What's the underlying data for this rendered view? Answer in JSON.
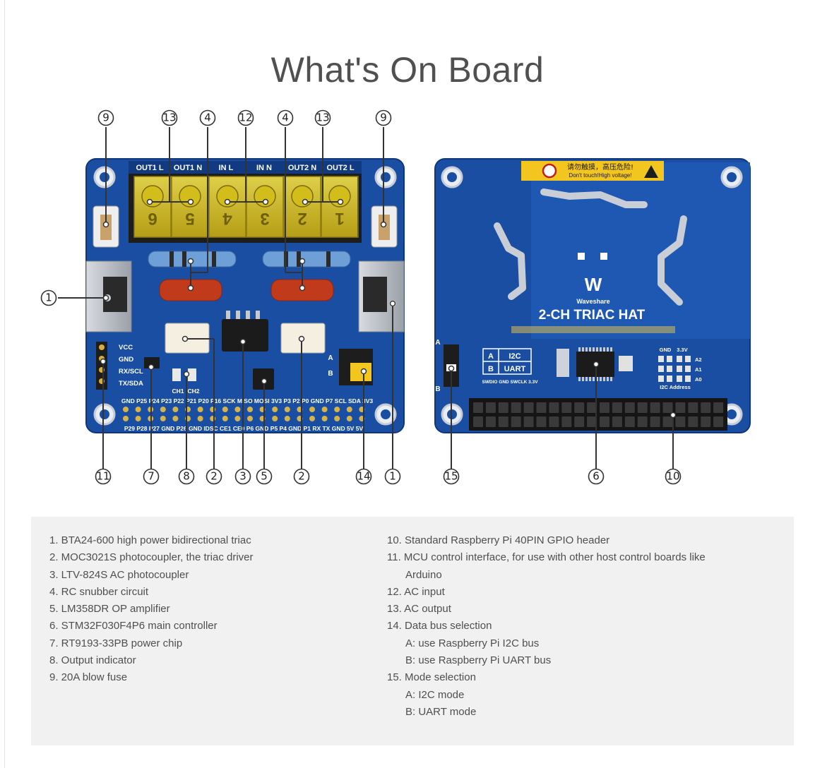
{
  "page": {
    "title": "What's On Board"
  },
  "callouts": {
    "top": [
      "9",
      "13",
      "4",
      "12",
      "4",
      "13",
      "9"
    ],
    "top_right": [
      "9"
    ],
    "left": [
      "1"
    ],
    "bottom": [
      "11",
      "7",
      "8",
      "2",
      "3",
      "5",
      "2",
      "14",
      "1"
    ],
    "bottom_back": [
      "15",
      "6",
      "10"
    ]
  },
  "board_front": {
    "terminal_labels": [
      "OUT1 L",
      "OUT1 N",
      "IN L",
      "IN N",
      "OUT2 N",
      "OUT2 L"
    ],
    "terminal_numbers": [
      "6",
      "5",
      "4",
      "3",
      "2",
      "1"
    ],
    "side_labels": [
      "VCC",
      "GND",
      "RX/SCL",
      "TX/SDA"
    ],
    "indicator_labels": [
      "CH1",
      "CH2"
    ],
    "jumper_labels": [
      "A",
      "B"
    ],
    "header_top_labels": "GND P25 P24 P23 P22 P21 P20 P16 SCK MISO MOSI 3V3 P3 P2 P0 GND P7 SCL SDA 3V3",
    "header_bottom_labels": "P29 P28 P27 GND P26 GND IDSC CE1 CE0 P6 GND P5 P4 GND P1 RX TX GND 5V 5V"
  },
  "board_back": {
    "warning_cn": "请勿触摸，高压危险!",
    "warning_en": "Don't touch!High voltage!",
    "brand": "Waveshare",
    "product": "2-CH TRIAC HAT",
    "mode_table": [
      [
        "A",
        "I2C"
      ],
      [
        "B",
        "UART"
      ]
    ],
    "mode_switch_labels": [
      "A",
      "B"
    ],
    "debug_labels": "SWDIO GND SWCLK 3.3V",
    "addr_labels": [
      "GND",
      "3.3V",
      "A2",
      "A1",
      "A0"
    ],
    "addr_caption": "I2C Address"
  },
  "legend": {
    "left": [
      {
        "num": "1.",
        "text": "BTA24-600 high power bidirectional triac"
      },
      {
        "num": "2.",
        "text": "MOC3021S photocoupler, the triac driver"
      },
      {
        "num": "3.",
        "text": "LTV-824S AC photocoupler"
      },
      {
        "num": "4.",
        "text": "RC snubber circuit"
      },
      {
        "num": "5.",
        "text": "LM358DR OP amplifier"
      },
      {
        "num": "6.",
        "text": "STM32F030F4P6 main controller"
      },
      {
        "num": "7.",
        "text": "RT9193-33PB power chip"
      },
      {
        "num": "8.",
        "text": "Output indicator"
      },
      {
        "num": "9.",
        "text": "20A blow fuse"
      }
    ],
    "right": [
      {
        "num": "10.",
        "text": "Standard Raspberry Pi 40PIN GPIO header"
      },
      {
        "num": "11.",
        "text": "MCU control interface, for use with other host control boards like",
        "cont": "Arduino"
      },
      {
        "num": "12.",
        "text": "AC input"
      },
      {
        "num": "13.",
        "text": "AC output"
      },
      {
        "num": "14.",
        "text": "Data bus selection",
        "subs": [
          "A: use Raspberry Pi I2C bus",
          "B: use Raspberry Pi UART bus"
        ]
      },
      {
        "num": "15.",
        "text": "Mode selection",
        "subs": [
          "A: I2C mode",
          "B: UART mode"
        ]
      }
    ]
  },
  "colors": {
    "pcb": "#1a4ea3",
    "pcb_dark": "#123a80",
    "terminal": "#d9c419",
    "legend_bg": "#f1f1f1",
    "title": "#505050"
  }
}
